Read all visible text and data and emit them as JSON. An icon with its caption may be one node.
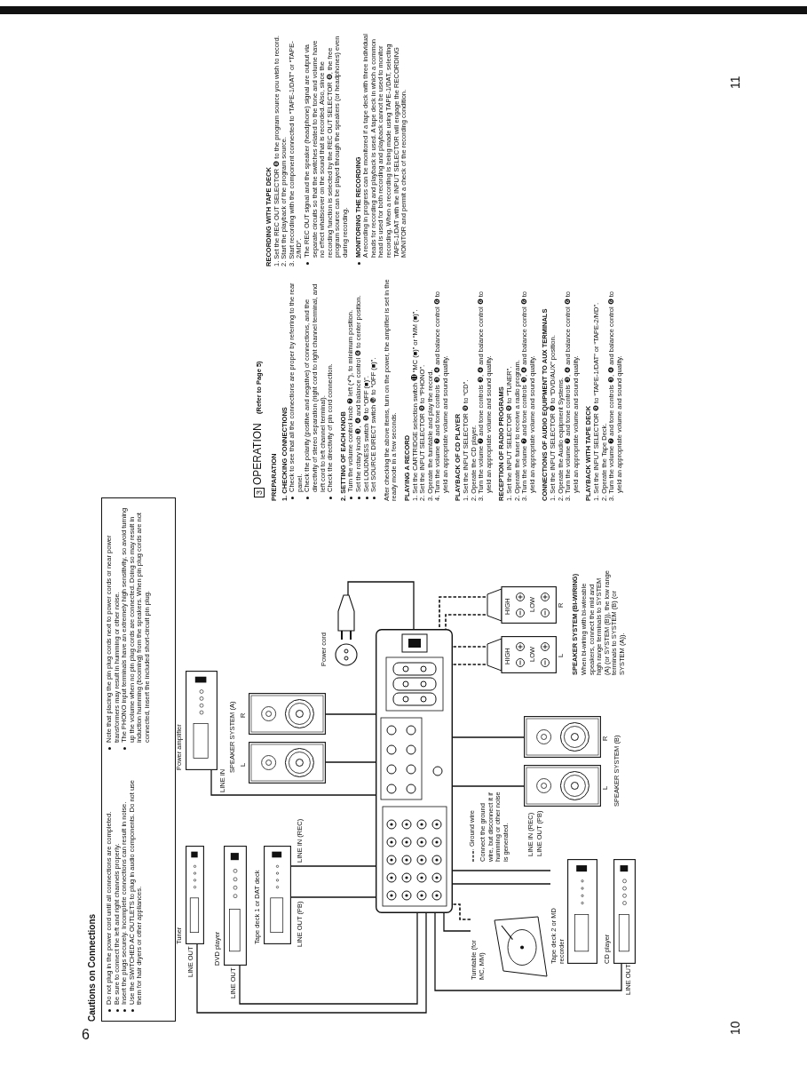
{
  "diagram": {
    "nodes": [
      {
        "text": [
          "Cautions on Connections",
          "Do not plug in the power cord until all connections are completed.",
          "Be sure to connect the left and right channels properly.",
          "Insert the plugs securely. Incomplete connections can result in noise.",
          "Use the SWITCHED AC OUTLETS to plug in audio components. Do not use them for hair dryers or other appliances.",
          "Note that placing the pin plug cords next to power cords or near power transformers may result in humming or other noise.",
          "The PHONO input terminals have an extremely high sensitivity, so avoid turning up the volume when no pin plug cords are connected. Doing so may result in induction humming (booming) from the speakers. When pin plug cords are not connected, insert the included short-circuit pin plug."
        ]
      },
      {
        "text": [],
        "shape": "picture"
      },
      {
        "text": [
          "Tuner"
        ],
        "beside": [
          "LINE OUT"
        ]
      },
      {
        "text": [
          "DVD player"
        ],
        "beside": [
          "LINE OUT"
        ]
      },
      {
        "text": [
          "Tape deck 1 or DAT deck"
        ],
        "beside": [
          "LINE OUT (PB)",
          "LINE IN (REC)"
        ]
      },
      {
        "text": [
          "Power amplifier"
        ],
        "beside": [
          "LINE IN"
        ]
      },
      {
        "text": [
          "L"
        ]
      },
      {
        "text": [
          "R"
        ]
      },
      {
        "text": [
          "Power cord"
        ]
      },
      {
        "text": [
          "L"
        ]
      },
      {
        "text": [
          "R"
        ]
      },
      {
        "text": [
          "HIGH",
          "LOW",
          "L"
        ]
      },
      {
        "text": [
          "HIGH",
          "LOW",
          "R"
        ]
      },
      {
        "text": [
          "Turntable (for MC, MM)"
        ]
      },
      {
        "text": [
          "Tape deck 2 or MD recorder"
        ],
        "beside": [
          "LINE IN (REC)",
          "LINE OUT (PB)"
        ]
      },
      {
        "text": [
          "CD player"
        ],
        "beside": [
          "LINE OUT"
        ]
      }
    ],
    "edges": [
      {
        "from": 2,
        "to": 1,
        "arrow": "none"
      },
      {
        "from": 3,
        "to": 1,
        "arrow": "none"
      },
      {
        "from": 4,
        "to": 1,
        "arrow": "none"
      },
      {
        "from": 4,
        "to": 1,
        "arrow": "none"
      },
      {
        "from": 5,
        "to": 1,
        "arrow": "none"
      },
      {
        "from": 6,
        "to": 1,
        "arrow": "none"
      },
      {
        "from": 7,
        "to": 1,
        "arrow": "none"
      },
      {
        "from": 8,
        "to": 1,
        "arrow": "none"
      },
      {
        "from": 9,
        "to": 1,
        "arrow": "none"
      },
      {
        "from": 10,
        "to": 1,
        "arrow": "none"
      },
      {
        "from": 11,
        "to": 1,
        "arrow": "none",
        "style": "dashed"
      },
      {
        "from": 11,
        "to": 1,
        "arrow": "none",
        "style": "dashed"
      },
      {
        "from": 12,
        "to": 1,
        "arrow": "none",
        "style": "dashed"
      },
      {
        "from": 12,
        "to": 1,
        "arrow": "none",
        "style": "dashed"
      },
      {
        "from": 13,
        "to": 1,
        "arrow": "none"
      },
      {
        "from": 13,
        "to": 1,
        "arrow": "none",
        "style": "dashed"
      },
      {
        "from": 14,
        "to": 1,
        "arrow": "none"
      },
      {
        "from": 14,
        "to": 1,
        "arrow": "none"
      },
      {
        "from": 15,
        "to": 1,
        "arrow": "none"
      }
    ],
    "labels": [
      "SPEAKER SYSTEM (A)",
      "SPEAKER SYSTEM (B)",
      "SPEAKER SYSTEM (BI-WIRING)",
      "When bi-wiring with bi-wireable speakers, connect the mid and high range terminals to SYSTEM (A) (or SYSTEM (B)), the low range terminals to SYSTEM (B) (or SYSTEM (A)).",
      "Connect the ground wire, but disconnect it if humming or other noise is generated.",
      "10",
      "3",
      "OPERATION",
      "(Refer to Page 5)",
      "PREPARATION",
      "1. CHECKING CONNECTIONS",
      "Check to see that all the connections are proper by referring to the rear panel.",
      "Check the polarity (positive and negative) of connections, and the directivity of stereo separation (right cord to right channel terminal, and left cord to left channel terminal).",
      "Check the directivity of pin cord connection.",
      "2. SETTING OF EACH KNOB",
      "Turn the volume control knob ❼ left (↶), to minimum position.",
      "Set the rotary knob ❸, ❹ and balance control ❻ to center position.",
      "Set LOUDNESS switch ❺ to “OFF (■)”.",
      "Set SOURCE DIRECT switch ❿ to “OFF (■)”.",
      "After checking the above items, turn on the power, the amplifier is set in the ready mode in a few seconds.",
      "PLAYING A RECORD",
      "1. Set the CARTRIDGE selection switch ⓫ “MC (■)” or “MM (■)”.",
      "2. Set the INPUT SELECTOR ❾ to “PHONO”.",
      "3. Operate the turntable and play the record.",
      "4. Turn the volume ❼ and tone controls ❸, ❹ and balance control ❻ to yield an appropriate volume and sound quality.",
      "PLAYBACK OF CD PLAYER",
      "1. Set the INPUT SELECTOR ❾ to “CD”.",
      "2. Operate the CD player.",
      "3. Turn the volume ❼ and tone controls ❸, ❹ and balance control ❻ to yield an appropriate volume and sound quality.",
      "RECEPTION OF RADIO PROGRAMS",
      "1. Set the INPUT SELECTOR ❾ to “TUNER”.",
      "2. Operate the tuner to receive a radio program.",
      "3. Turn the volume ❼ and tone controls ❸, ❹ and balance control ❻ to yield an appropriate volume and sound quality.",
      "CONNECTIONS OF AUDIO EQUIPMENT TO AUX TERMINALS",
      "1. Set the INPUT SELECTOR ❾ to “DVD/AUX” position.",
      "2. Operate the Audio equipment Systems.",
      "3. Turn the volume ❼ and tone controls ❸, ❹ and balance control ❻ to yield an appropriate volume and sound quality.",
      "PLAYBACK WITH TAPE DECK",
      "1. Set the INPUT SELECTOR ❾ to “TAPE-1/DAT” or “TAPE-2/MD”.",
      "2. Operate the Tape Deck.",
      "3. Turn the volume ❼ and tone controls ❸, ❹ and balance control ❻ to yield an appropriate volume and sound quality.",
      "RECORDING WITH TAPE DECK",
      "1. Set the REC OUT SELECTOR ❽ to the program source you wish to record.",
      "2. Start the playback of the program source.",
      "3. Start recording with the component connected to “TAPE-1/DAT” or “TAPE-2/MD”.",
      "The REC OUT signal and the speaker (headphone) signal are output via separate circuits so that the switches related to the tone and volume have no effect whatsoever on the sound that is recorded. Also, since the recording function is selected by the REC OUT SELECTOR ❽, the free program source can be played through the speakers (or headphones) even during recording.",
      "MONITORING THE RECORDING",
      "A recording in progress can be monitored if a tape deck with three individual heads for recording and playback is used. A tape deck in which a common head is used for both recording and playback cannot be used to monitor recording. When a recording is being made using TAPE-1/DAT, selecting TAPE-1/DAT with the INPUT SELECTOR will engage the RECORDING MONITOR and permit a check of the recording condition.",
      "11",
      "6"
    ],
    "legend": [
      {
        "text": "Ground wire"
      }
    ]
  }
}
